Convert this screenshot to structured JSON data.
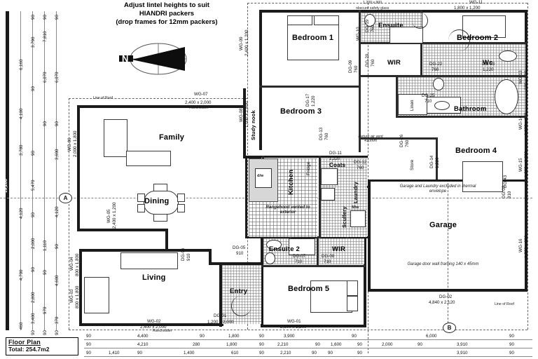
{
  "title": {
    "line1": "Adjust lintel heights to suit",
    "line2": "HIANDRI packers",
    "line3": "(drop frames for 12mm packers)"
  },
  "titleblock": {
    "label": "Floor Plan",
    "total": "Total: 254.7m2"
  },
  "compass": {
    "north_label": "N"
  },
  "grid_refs": {
    "a": "A",
    "b": "B"
  },
  "rooms": [
    {
      "name": "Bedroom 1"
    },
    {
      "name": "Bedroom 2"
    },
    {
      "name": "Bedroom 3"
    },
    {
      "name": "Bedroom 4"
    },
    {
      "name": "Bedroom 5"
    },
    {
      "name": "Ensuite"
    },
    {
      "name": "Ensuite 2"
    },
    {
      "name": "Bathroom"
    },
    {
      "name": "Wc"
    },
    {
      "name": "WIR"
    },
    {
      "name": "WIR"
    },
    {
      "name": "Family"
    },
    {
      "name": "Dining"
    },
    {
      "name": "Living"
    },
    {
      "name": "Kitchen"
    },
    {
      "name": "Scullery"
    },
    {
      "name": "Laundry"
    },
    {
      "name": "Coats"
    },
    {
      "name": "Entry"
    },
    {
      "name": "Garage"
    },
    {
      "name": "Study nook"
    },
    {
      "name": "Linen"
    },
    {
      "name": "Store"
    },
    {
      "name": "Fridge"
    }
  ],
  "room_labels": {
    "bedroom1": "Bedroom 1",
    "bedroom2": "Bedroom 2",
    "bedroom3": "Bedroom 3",
    "bedroom4": "Bedroom 4",
    "bedroom5": "Bedroom 5",
    "ensuite": "Ensuite",
    "ensuite2": "Ensuite 2",
    "bathroom": "Bathroom",
    "wc": "Wc",
    "wir_top": "WIR",
    "wir_bottom": "WIR",
    "family": "Family",
    "dining": "Dining",
    "living": "Living",
    "kitchen": "Kitchen",
    "scullery": "Scullery",
    "laundry": "Laundry",
    "coats": "Coats",
    "entry": "Entry",
    "garage": "Garage",
    "study_nook": "Study nook",
    "linen": "Linen",
    "store": "Store",
    "fridge": "Fridge",
    "dw": "d/w",
    "mw": "M/w"
  },
  "notes": {
    "obscure_glass": "obscure safety glass",
    "obscure_glass_size": "1,200 x 900",
    "return_air": "Return air vent 410mm",
    "rangehood": "Rangehood vented to exterior",
    "thermal": "Garage and Laundry excluded in thermal envelope",
    "garage_framing": "Garage door wall framing 140 x 45mm",
    "line_of_roof_left": "Line of Roof",
    "line_of_roof_right": "Line of Roof",
    "ranchslider_top": "Ranchslider",
    "ranchslider_bottom": "Ranchslider"
  },
  "windows": [
    {
      "code": "WG-01",
      "size": "2,100 x 1,200"
    },
    {
      "code": "WG-02",
      "size": "2,400 x 2,000"
    },
    {
      "code": "WG-03",
      "size": "800 x 1,800"
    },
    {
      "code": "WG-04",
      "size": "800 x 1,800"
    },
    {
      "code": "WG-05",
      "size": "2,400 x 1,200"
    },
    {
      "code": "WG-06",
      "size": "2,000 x 1,800"
    },
    {
      "code": "WG-07",
      "size": "2,400 x 2,000"
    },
    {
      "code": "WG-08",
      "size": "1,000 x 1,600"
    },
    {
      "code": "WG-09",
      "size": "2,400 x 1,200"
    },
    {
      "code": "WG-10",
      "size": "1,200 x 900"
    },
    {
      "code": "WG-11",
      "size": "1,800 x 1,200"
    },
    {
      "code": "WG-12",
      "size": "600 x 600"
    },
    {
      "code": "WG-13",
      "size": "600 x 600"
    },
    {
      "code": "WG-14",
      "size": "1,600 x 600"
    },
    {
      "code": "WG-15",
      "size": "1,800 x 1,200"
    },
    {
      "code": "WG-16",
      "size": "1,200 x 600"
    }
  ],
  "doors": [
    {
      "code": "DG-01",
      "size": "1,200 x 2,000"
    },
    {
      "code": "DG-02",
      "size": "4,840 x 2,120"
    },
    {
      "code": "DG-03",
      "size": "810"
    },
    {
      "code": "DG-05",
      "size": "910"
    },
    {
      "code": "DG-06",
      "size": "910"
    },
    {
      "code": "DG-07",
      "size": "710"
    },
    {
      "code": "DG-08",
      "size": "710"
    },
    {
      "code": "DG-09",
      "size": "760"
    },
    {
      "code": "DG-11",
      "size": "1,220"
    },
    {
      "code": "DG-12",
      "size": "760"
    },
    {
      "code": "DG-13",
      "size": "760"
    },
    {
      "code": "DG-14",
      "size": "1,220"
    },
    {
      "code": "DG-17",
      "size": "1,220"
    },
    {
      "code": "DG-19",
      "size": "760"
    },
    {
      "code": "DG-20",
      "size": "760"
    },
    {
      "code": "DG-22",
      "size": "760"
    },
    {
      "code": "DG-23",
      "size": "1,220"
    },
    {
      "code": "DG-25",
      "size": "710"
    },
    {
      "code": "DG-26",
      "size": "760"
    },
    {
      "code": "DG-43",
      "size": ""
    }
  ],
  "dimensions": {
    "overall_vertical": "19,200",
    "left_col1": [
      "6,160",
      "4,100",
      "3,780",
      "4,120",
      "4,700",
      "460"
    ],
    "left_col2": [
      "90",
      "3,790",
      "90",
      "90",
      "7,810",
      "5,470",
      "90",
      "2,000",
      "90",
      "2,800",
      "3,400",
      "90"
    ],
    "left_col3": [
      "90",
      "6,070",
      "90",
      "1,110",
      "90",
      "970",
      "90"
    ],
    "left_col4": [
      "90",
      "6,070",
      "90",
      "3,600",
      "4,120",
      "90",
      "4,600",
      "370",
      "90"
    ],
    "bottom_row1": [
      "90",
      "4,400",
      "90",
      "1,800",
      "90",
      "3,900",
      "90",
      "6,000",
      "90"
    ],
    "bottom_row2": [
      "90",
      "4,210",
      "280",
      "1,800",
      "90",
      "2,210",
      "90",
      "1,600",
      "90",
      "2,000",
      "90",
      "3,910",
      "90"
    ],
    "bottom_row3": [
      "90",
      "1,410",
      "90",
      "1,400",
      "610",
      "90",
      "2,210",
      "90",
      "90",
      "90",
      "3,910",
      "90"
    ]
  }
}
